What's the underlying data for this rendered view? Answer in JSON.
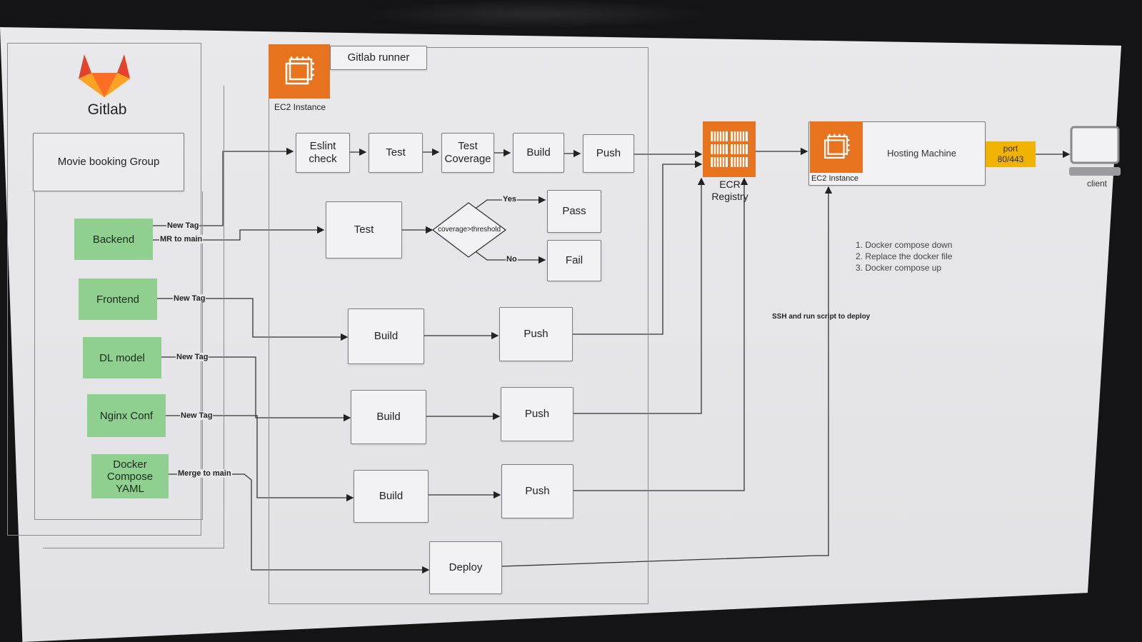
{
  "gitlab": {
    "title": "Gitlab",
    "group_label": "Movie booking Group",
    "projects": [
      "Backend",
      "Frontend",
      "DL model",
      "Nginx Conf",
      "Docker Compose YAML"
    ]
  },
  "runner": {
    "title": "Gitlab runner",
    "instance_caption": "EC2 Instance",
    "backend_pipeline": [
      "Eslint check",
      "Test",
      "Test Coverage",
      "Build",
      "Push"
    ],
    "coverage_test": {
      "test": "Test",
      "decision": "coverage>threshold",
      "yes_label": "Yes",
      "no_label": "No",
      "pass": "Pass",
      "fail": "Fail"
    },
    "frontend_build": "Build",
    "frontend_push": "Push",
    "dl_build": "Build",
    "dl_push": "Push",
    "nginx_build": "Build",
    "nginx_push": "Push",
    "deploy": "Deploy"
  },
  "edge_labels": {
    "backend_new_tag": "New Tag",
    "backend_mr": "MR to main",
    "frontend_new_tag": "New Tag",
    "dl_new_tag": "New Tag",
    "nginx_new_tag": "New Tag",
    "compose_merge": "Merge to main",
    "ssh": "SSH and run script to  deploy"
  },
  "ecr": {
    "label": "ECR Registry"
  },
  "hosting": {
    "instance_caption": "EC2 Instance",
    "label": "Hosting Machine",
    "port": "port 80/443",
    "client": "client"
  },
  "deploy_steps": [
    "1. Docker compose down",
    "2. Replace the docker file",
    "3. Docker compose up"
  ],
  "colors": {
    "aws_orange": "#e8731f",
    "project_green": "#8fcf8f",
    "port_yellow": "#f0b400",
    "gitlab_orange": "#e24329"
  }
}
